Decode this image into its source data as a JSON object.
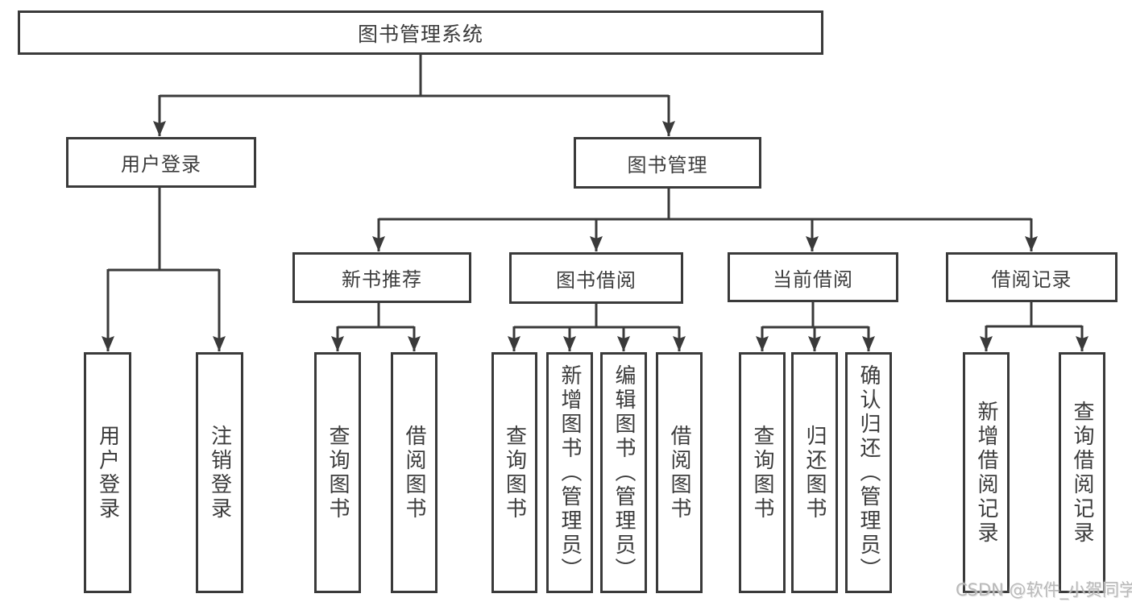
{
  "diagram": {
    "root": {
      "label": "图书管理系统",
      "children": [
        {
          "label": "用户登录",
          "children": [
            {
              "label": "用户登录"
            },
            {
              "label": "注销登录"
            }
          ]
        },
        {
          "label": "图书管理",
          "children": [
            {
              "label": "新书推荐",
              "children": [
                {
                  "label": "查询图书"
                },
                {
                  "label": "借阅图书"
                }
              ]
            },
            {
              "label": "图书借阅",
              "children": [
                {
                  "label": "查询图书"
                },
                {
                  "label": "新增图书（管理员）"
                },
                {
                  "label": "编辑图书（管理员）"
                },
                {
                  "label": "借阅图书"
                }
              ]
            },
            {
              "label": "当前借阅",
              "children": [
                {
                  "label": "查询图书"
                },
                {
                  "label": "归还图书"
                },
                {
                  "label": "确认归还（管理员）"
                }
              ]
            },
            {
              "label": "借阅记录",
              "children": [
                {
                  "label": "新增借阅记录"
                },
                {
                  "label": "查询借阅记录"
                }
              ]
            }
          ]
        }
      ]
    }
  },
  "watermark": {
    "text": "CSDN @软件_小贺同学"
  },
  "colors": {
    "line": "#3a3a3a",
    "text": "#3c3c3c",
    "box_background": "#ffffff",
    "watermark": "#b9b9b9",
    "page_background": "#ffffff"
  }
}
